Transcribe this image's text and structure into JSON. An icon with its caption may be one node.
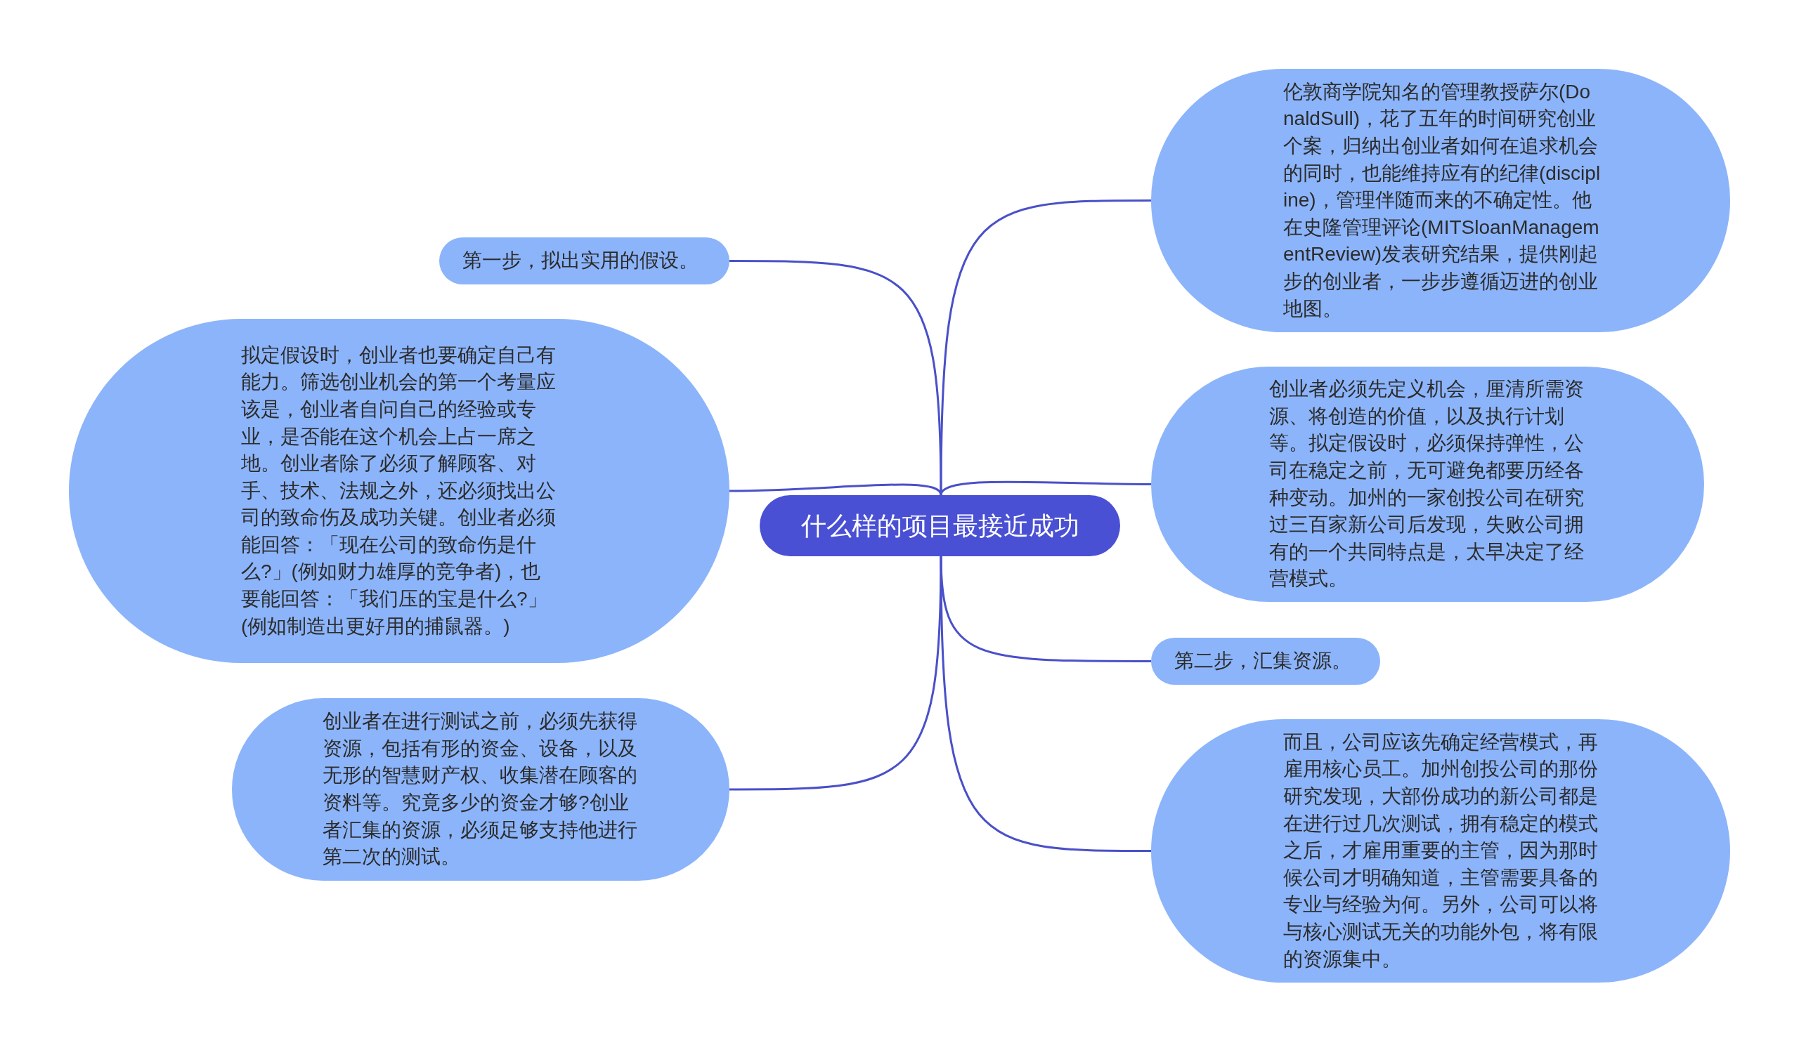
{
  "diagram": {
    "nodes": [
      {
        "text": [
          "什么样的项目最接近成功"
        ]
      },
      {
        "text": [
          "第一步，拟出实用的假设。"
        ]
      },
      {
        "text": [
          "拟定假设时，创业者也要确定自己有能力。筛选创业机会的第一个考量应该是，创业者自问自己的经验或专业，是否能在这个机会上占一席之地。创业者除了必须了解顾客、对手、技术、法规之外，还必须找出公司的致命伤及成功关键。创业者必须能回答：「现在公司的致命伤是什么?」(例如财力雄厚的竞争者)，也要能回答：「我们压的宝是什么?」(例如制造出更好用的捕鼠器。)"
        ]
      },
      {
        "text": [
          "创业者在进行测试之前，必须先获得资源，包括有形的资金、设备，以及无形的智慧财产权、收集潜在顾客的资料等。究竟多少的资金才够?创业者汇集的资源，必须足够支持他进行第二次的测试。"
        ]
      },
      {
        "text": [
          "伦敦商学院知名的管理教授萨尔(DonaldSull)，花了五年的时间研究创业个案，归纳出创业者如何在追求机会的同时，也能维持应有的纪律(discipline)，管理伴随而来的不确定性。他在史隆管理评论(MITSloanManagementReview)发表研究结果，提供刚起步的创业者，一步步遵循迈进的创业地图。"
        ]
      },
      {
        "text": [
          "创业者必须先定义机会，厘清所需资源、将创造的价值，以及执行计划等。拟定假设时，必须保持弹性，公司在稳定之前，无可避免都要历经各种变动。加州的一家创投公司在研究过三百家新公司后发现，失败公司拥有的一个共同特点是，太早决定了经营模式。"
        ]
      },
      {
        "text": [
          "第二步，汇集资源。"
        ]
      },
      {
        "text": [
          "而且，公司应该先确定经营模式，再雇用核心员工。加州创投公司的那份研究发现，大部份成功的新公司都是在进行过几次测试，拥有稳定的模式之后，才雇用重要的主管，因为那时候公司才明确知道，主管需要具备的专业与经验为何。另外，公司可以将与核心测试无关的功能外包，将有限的资源集中。"
        ]
      }
    ],
    "edges": [
      {
        "from": 0,
        "to": 1,
        "arrow": "none"
      },
      {
        "from": 0,
        "to": 2,
        "arrow": "none"
      },
      {
        "from": 0,
        "to": 3,
        "arrow": "none"
      },
      {
        "from": 0,
        "to": 4,
        "arrow": "none"
      },
      {
        "from": 0,
        "to": 5,
        "arrow": "none"
      },
      {
        "from": 0,
        "to": 6,
        "arrow": "none"
      },
      {
        "from": 0,
        "to": 7,
        "arrow": "none"
      }
    ]
  }
}
